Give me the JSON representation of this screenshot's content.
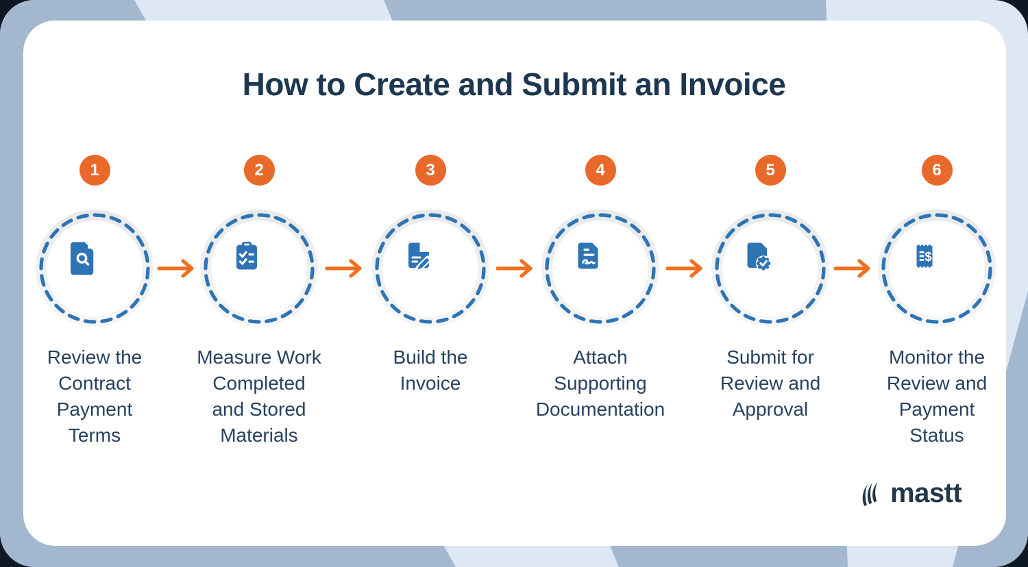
{
  "title": "How to Create and Submit an Invoice",
  "brand": {
    "logo_text": "mastt"
  },
  "colors": {
    "accent_orange": "#E8692A",
    "arrow_orange": "#F07020",
    "icon_blue": "#2E74B5",
    "title_navy": "#1E3750",
    "label_navy": "#27425F",
    "card_white": "#FFFFFF",
    "bg_light_blue": "#DEE8F4",
    "bg_blue_gray": "#A3B7CF"
  },
  "steps": [
    {
      "number": "1",
      "icon": "document-search-icon",
      "label": "Review the\nContract\nPayment\nTerms"
    },
    {
      "number": "2",
      "icon": "clipboard-checklist-icon",
      "label": "Measure Work\nCompleted\nand Stored\nMaterials"
    },
    {
      "number": "3",
      "icon": "document-edit-icon",
      "label": "Build the\nInvoice"
    },
    {
      "number": "4",
      "icon": "document-signature-icon",
      "label": "Attach\nSupporting\nDocumentation"
    },
    {
      "number": "5",
      "icon": "document-approved-icon",
      "label": "Submit for\nReview and\nApproval"
    },
    {
      "number": "6",
      "icon": "receipt-dollar-icon",
      "label": "Monitor the\nReview and\nPayment\nStatus"
    }
  ]
}
